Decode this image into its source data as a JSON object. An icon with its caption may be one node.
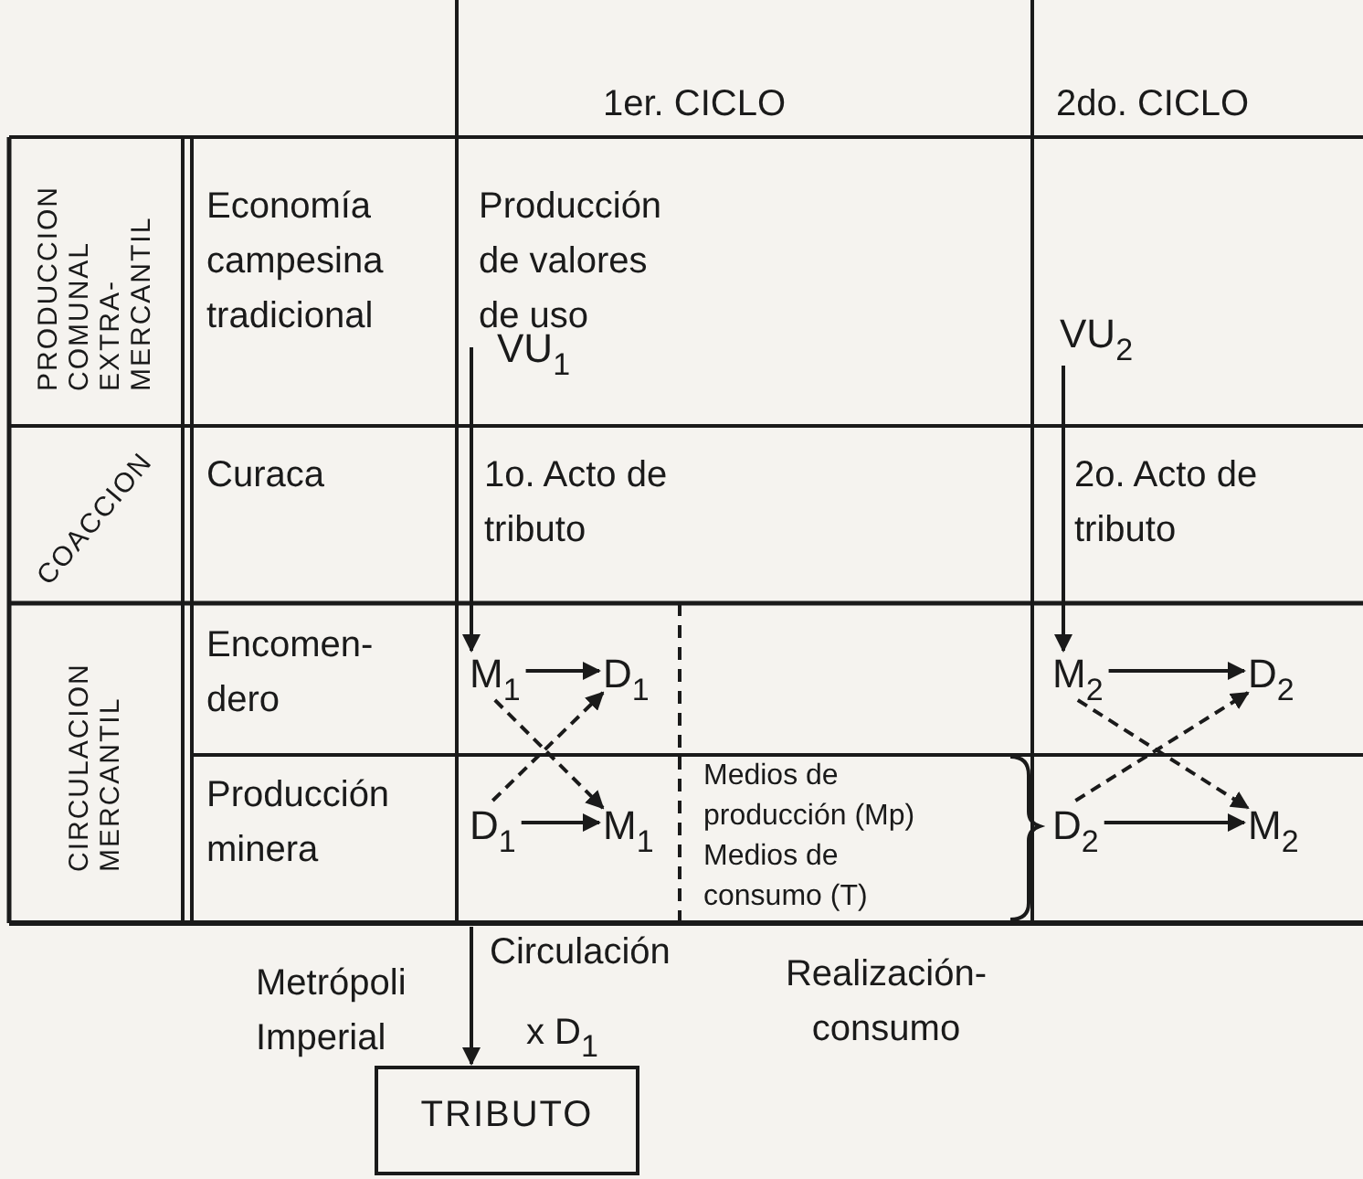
{
  "diagram": {
    "nodes": [
      {
        "text": [
          "1er. CICLO"
        ]
      },
      {
        "text": [
          "2do. CICLO"
        ]
      },
      {
        "text": [
          "PRODUCCION COMUNAL EXTRA-MERCANTIL"
        ]
      },
      {
        "text": [
          "Economía campesina tradicional"
        ]
      },
      {
        "text": [
          "Producción de valores de uso"
        ]
      },
      {
        "text": [
          "VU$_{2}$"
        ]
      },
      {
        "text": [
          "COACCION"
        ]
      },
      {
        "text": [
          "Curaca"
        ]
      },
      {
        "text": [
          "1o. Acto de tributo"
        ]
      },
      {
        "text": [
          "2o. Acto de tributo"
        ]
      },
      {
        "text": [
          "CIRCULACION MERCANTIL"
        ]
      },
      {
        "text": [
          "Encomen-dero"
        ]
      },
      {
        "text": [
          "Producción minera"
        ]
      },
      {
        "text": [
          "M$_{1}$"
        ]
      },
      {
        "text": [
          "D$_{1}$"
        ]
      },
      {
        "text": [
          "D$_{1}$"
        ]
      },
      {
        "text": [
          "M$_{1}$"
        ]
      },
      {
        "text": [
          "Medios de producción (Mp)",
          "Medios de consumo (T)"
        ]
      },
      {
        "text": [
          "M$_{2}$"
        ]
      },
      {
        "text": [
          "D$_{2}$"
        ]
      },
      {
        "text": [
          "D$_{2}$"
        ]
      },
      {
        "text": [
          "M$_{2}$"
        ]
      },
      {
        "text": [
          "TRIBUTO"
        ]
      }
    ],
    "edges": [
      {
        "from": 4,
        "to": 13,
        "arrow": "to",
        "label": "VU$_{1}$"
      },
      {
        "from": 5,
        "to": 18,
        "arrow": "to"
      },
      {
        "from": 13,
        "to": 14,
        "arrow": "to"
      },
      {
        "from": 15,
        "to": 16,
        "arrow": "to"
      },
      {
        "from": 13,
        "to": 16,
        "arrow": "to",
        "style": "dashed"
      },
      {
        "from": 15,
        "to": 14,
        "arrow": "to",
        "style": "dashed"
      },
      {
        "from": 18,
        "to": 19,
        "arrow": "to"
      },
      {
        "from": 20,
        "to": 21,
        "arrow": "to"
      },
      {
        "from": 18,
        "to": 21,
        "arrow": "to",
        "style": "dashed"
      },
      {
        "from": 20,
        "to": 19,
        "arrow": "to",
        "style": "dashed"
      },
      {
        "from": null,
        "to": 22,
        "arrow": "to"
      }
    ],
    "labels": [
      "Circulación",
      "Metrópoli Imperial",
      "Realización-consumo",
      "x D$_{1}$"
    ]
  }
}
